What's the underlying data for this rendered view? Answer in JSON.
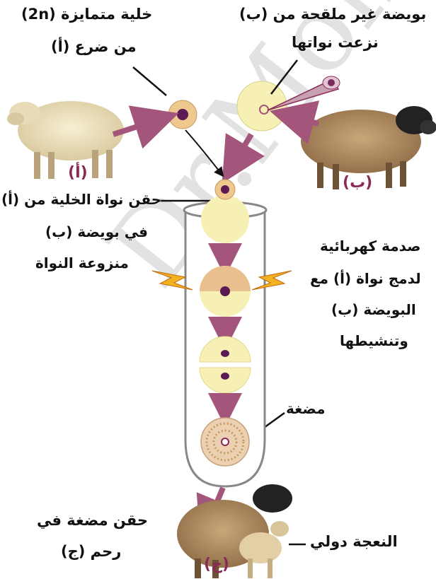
{
  "labels": {
    "diff_cell_line1": "خلية متمايزة (2n)",
    "diff_cell_line2": "من ضرع (أ)",
    "egg_line1": "بويضة غير ملقحة من (ب)",
    "egg_line2": "نزعت نواتها",
    "inject_line1": "حقن نواة الخلية من (أ)",
    "inject_line2": "في بويضة (ب)",
    "inject_line3": "منزوعة النواة",
    "shock_line1": "صدمة كهربائية",
    "shock_line2": "لدمج نواة (أ) مع",
    "shock_line3": "البويضة (ب)",
    "shock_line4": "وتنشيطها",
    "embryo": "مضغة",
    "implant_line1": "حقن مضغة في",
    "implant_line2": "رحم (ج)",
    "dolly": "النعجة دولي"
  },
  "tags": {
    "sheep_a": "(أ)",
    "sheep_b": "(ب)",
    "sheep_c": "(ج)"
  },
  "watermark": "Dr.Moha",
  "colors": {
    "arrow": "#a3557c",
    "nucleus": "#5b1a55",
    "cytoplasm": "#f6f0b4",
    "bolt": "#f2b320"
  }
}
